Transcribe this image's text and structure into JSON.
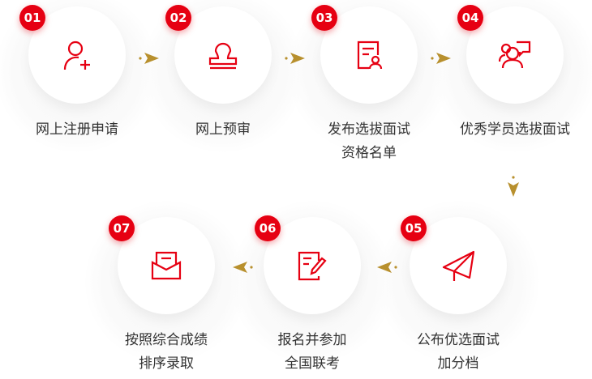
{
  "colors": {
    "accent": "#e60012",
    "arrow": "#b8902e",
    "text": "#333333"
  },
  "steps": [
    {
      "num": "01",
      "icon": "user-add-icon",
      "line1": "网上注册申请",
      "line2": ""
    },
    {
      "num": "02",
      "icon": "stamp-icon",
      "line1": "网上预审",
      "line2": ""
    },
    {
      "num": "03",
      "icon": "document-person-icon",
      "line1": "发布选拔面试",
      "line2": "资格名单"
    },
    {
      "num": "04",
      "icon": "group-chat-icon",
      "line1": "优秀学员选拔面试",
      "line2": ""
    },
    {
      "num": "05",
      "icon": "paper-plane-icon",
      "line1": "公布优选面试",
      "line2": "加分档"
    },
    {
      "num": "06",
      "icon": "document-pen-icon",
      "line1": "报名并参加",
      "line2": "全国联考"
    },
    {
      "num": "07",
      "icon": "envelope-icon",
      "line1": "按照综合成绩",
      "line2": "排序录取"
    }
  ]
}
